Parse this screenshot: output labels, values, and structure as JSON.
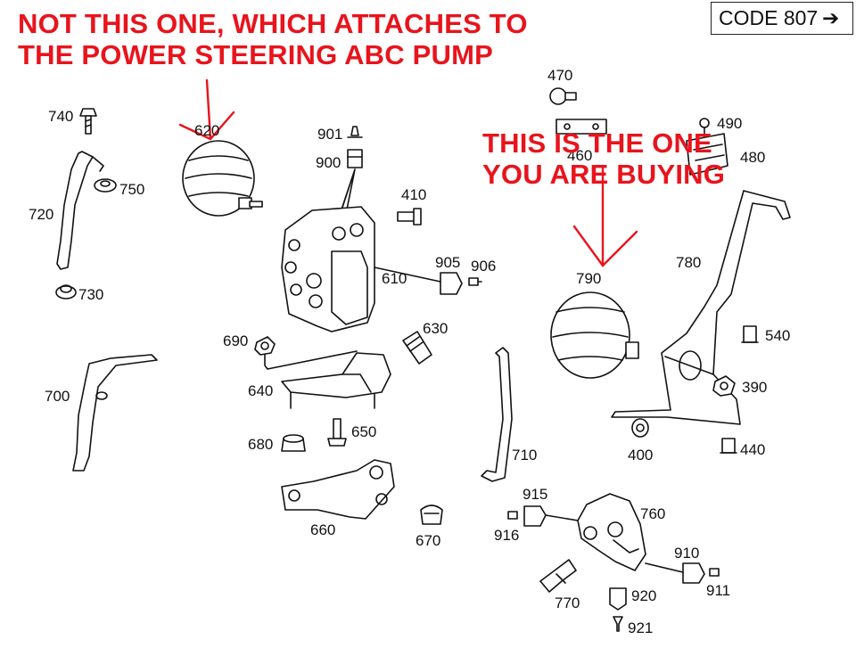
{
  "annotations": {
    "not_this_one": "NOT THIS ONE, WHICH ATTACHES TO THE POWER STEERING ABC PUMP",
    "this_is_the_one": "THIS IS THE ONE YOU ARE BUYING"
  },
  "code_badge": {
    "text": "CODE 807",
    "arrow": "➔"
  },
  "part_numbers": {
    "p740": "740",
    "p750": "750",
    "p720": "720",
    "p730": "730",
    "p620": "620",
    "p901": "901",
    "p900": "900",
    "p410": "410",
    "p610": "610",
    "p905": "905",
    "p906": "906",
    "p630": "630",
    "p690": "690",
    "p640": "640",
    "p680": "680",
    "p650": "650",
    "p660": "660",
    "p670": "670",
    "p700": "700",
    "p470": "470",
    "p460": "460",
    "p490": "490",
    "p480": "480",
    "p790": "790",
    "p780": "780",
    "p540": "540",
    "p390": "390",
    "p710": "710",
    "p400": "400",
    "p440": "440",
    "p915": "915",
    "p916": "916",
    "p760": "760",
    "p910": "910",
    "p911": "911",
    "p770": "770",
    "p920": "920",
    "p921": "921"
  },
  "colors": {
    "annotation_red": "#e8141c",
    "line_art": "#111111"
  }
}
